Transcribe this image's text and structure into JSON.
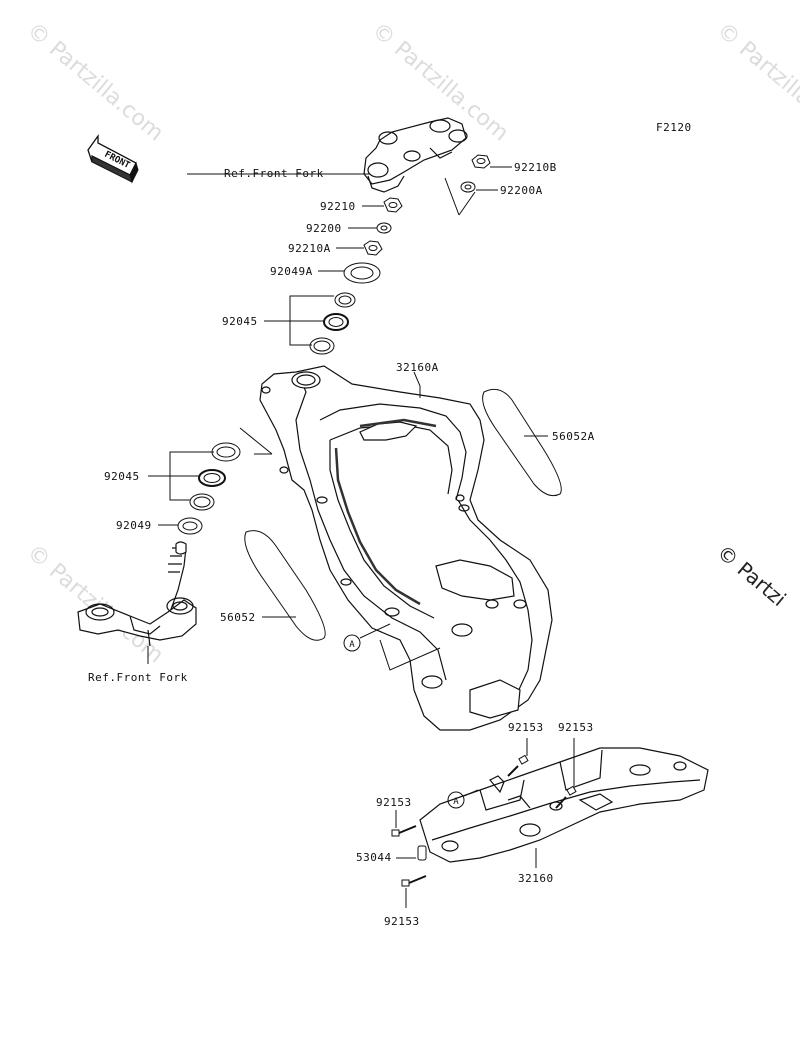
{
  "diagram": {
    "code": "F2120",
    "front_label": "FRONT",
    "watermark_text": "© Partzilla.com",
    "watermark_visible": "© Partzi",
    "callout_letter": "A",
    "labels": {
      "ref_front_fork_top": "Ref.Front Fork",
      "ref_front_fork_bottom": "Ref.Front Fork",
      "p92210B": "92210B",
      "p92200A": "92200A",
      "p92210": "92210",
      "p92200": "92200",
      "p92210A": "92210A",
      "p92049A": "92049A",
      "p92045_top": "92045",
      "p32160A": "32160A",
      "p56052A": "56052A",
      "p92045_lower": "92045",
      "p92049": "92049",
      "p56052": "56052",
      "p92153_a": "92153",
      "p92153_b": "92153",
      "p92153_c": "92153",
      "p53044": "53044",
      "p32160": "32160",
      "p92153_d": "92153"
    }
  }
}
